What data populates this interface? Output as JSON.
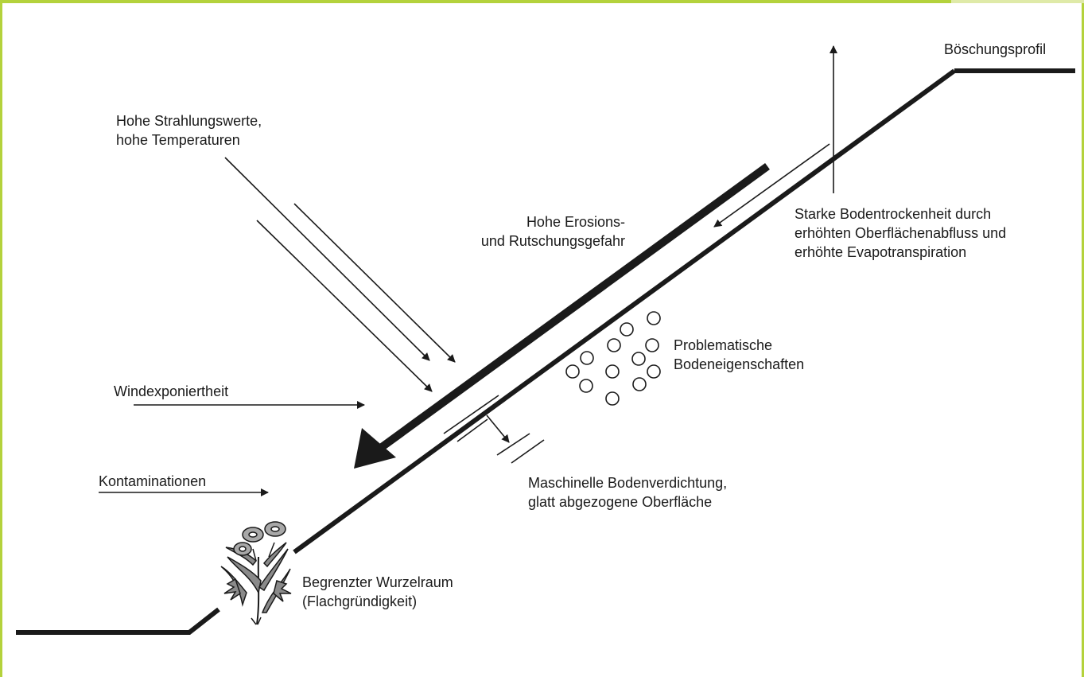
{
  "labels": {
    "profile": "Böschungsprofil",
    "radiation_line1": "Hohe Strahlungswerte,",
    "radiation_line2": "hohe Temperaturen",
    "erosion_line1": "Hohe Erosions-",
    "erosion_line2": "und Rutschungsgefahr",
    "dryness_line1": "Starke Bodentrockenheit durch",
    "dryness_line2": "erhöhten Oberflächenabfluss und",
    "dryness_line3": "erhöhte Evapotranspiration",
    "soil_line1": "Problematische",
    "soil_line2": "Bodeneigenschaften",
    "wind": "Windexponiertheit",
    "contamination": "Kontaminationen",
    "compaction_line1": "Maschinelle Bodenverdichtung,",
    "compaction_line2": "glatt abgezogene Oberfläche",
    "roots_line1": "Begrenzter Wurzelraum",
    "roots_line2": "(Flachgründigkeit)"
  },
  "colors": {
    "frame_accent": "#b4d23c",
    "ink": "#1a1a1a"
  },
  "icons": {
    "plant": "plant-icon",
    "soil_particles": "soil-particle-icon",
    "compaction": "compaction-icon"
  }
}
